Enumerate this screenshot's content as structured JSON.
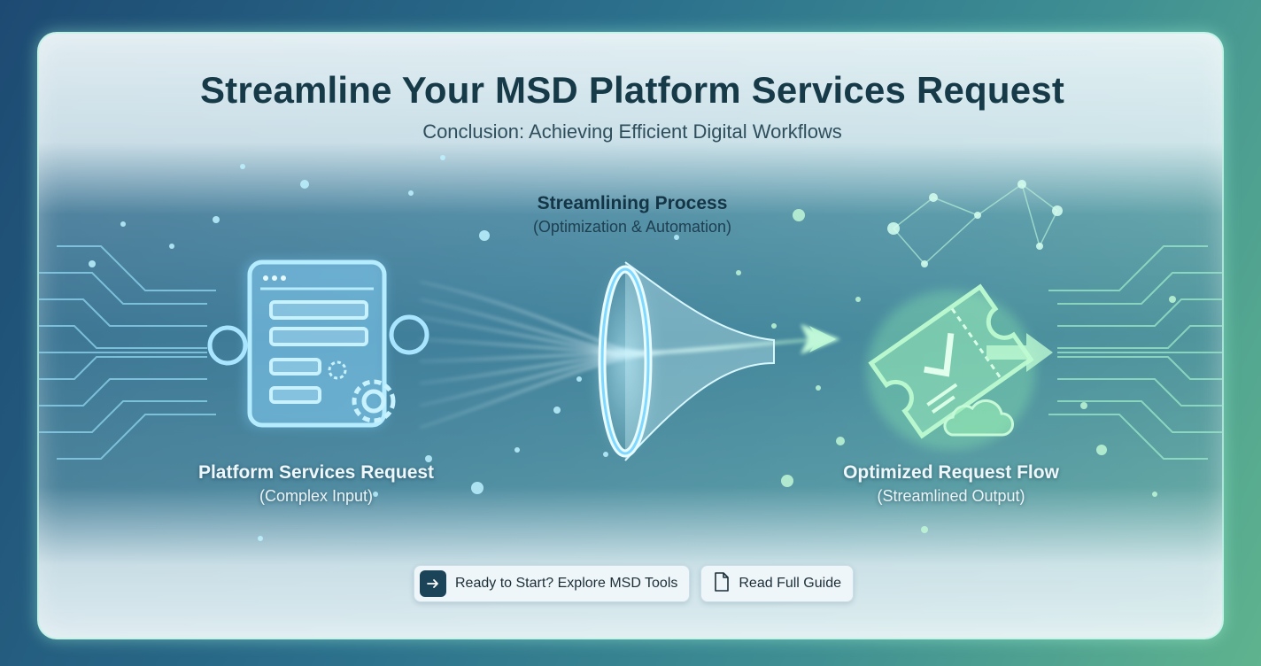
{
  "header": {
    "title": "Streamline Your MSD Platform Services Request",
    "subtitle": "Conclusion: Achieving Efficient Digital Workflows"
  },
  "stages": {
    "input": {
      "title": "Platform Services Request",
      "subtitle": "(Complex Input)",
      "icon": "form-window-gears-icon"
    },
    "process": {
      "title": "Streamlining Process",
      "subtitle": "(Optimization & Automation)",
      "icon": "funnel-ring-icon"
    },
    "output": {
      "title": "Optimized Request Flow",
      "subtitle": "(Streamlined Output)",
      "icon": "ticket-check-cloud-icon"
    }
  },
  "actions": {
    "primary": {
      "label": "Ready to Start? Explore MSD Tools",
      "icon": "arrow-right-icon"
    },
    "secondary": {
      "label": "Read Full Guide",
      "icon": "document-icon"
    }
  },
  "colors": {
    "title": "#173a48",
    "glow_blue": "#7fd8ff",
    "glow_green": "#8ff0b4",
    "button_icon_bg": "#1c4458"
  }
}
